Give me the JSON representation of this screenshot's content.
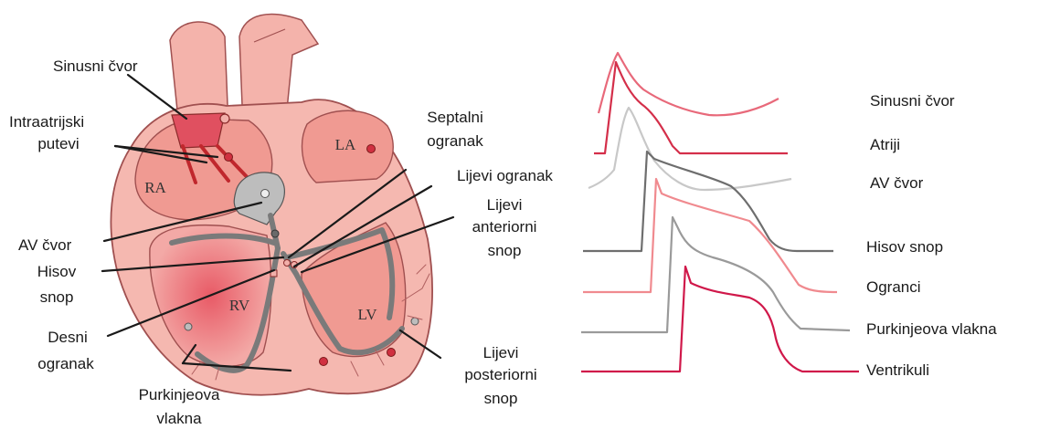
{
  "colors": {
    "outer_wall": "#f5b8b0",
    "inner_chamber": "#f09088",
    "dark_red": "#c0272d",
    "conduction_gray": "#7a7a7a",
    "av_node_gray": "#b9b9b9",
    "outline": "#a05050"
  },
  "heart": {
    "chambers": {
      "ra": "RA",
      "la": "LA",
      "rv": "RV",
      "lv": "LV"
    },
    "labels": {
      "sinus_node": "Sinusni čvor",
      "intraatrial_1": "Intraatrijski",
      "intraatrial_2": "putevi",
      "av_node": "AV čvor",
      "his_1": "Hisov",
      "his_2": "snop",
      "right_branch_1": "Desni",
      "right_branch_2": "ogranak",
      "purkinje_1": "Purkinjeova",
      "purkinje_2": "vlakna",
      "septal_1": "Septalni",
      "septal_2": "ogranak",
      "left_branch": "Lijevi ogranak",
      "left_anterior_1": "Lijevi",
      "left_anterior_2": "anteriorni",
      "left_anterior_3": "snop",
      "left_posterior_1": "Lijevi",
      "left_posterior_2": "posteriorni",
      "left_posterior_3": "snop"
    }
  },
  "action_potentials": [
    {
      "label": "Sinusni čvor",
      "color": "#e8697a"
    },
    {
      "label": "Atriji",
      "color": "#d42f4a"
    },
    {
      "label": "AV čvor",
      "color": "#c8c8c8"
    },
    {
      "label": "Hisov snop",
      "color": "#6e6e6e"
    },
    {
      "label": "Ogranci",
      "color": "#f08a8f"
    },
    {
      "label": "Purkinjeova vlakna",
      "color": "#9a9a9a"
    },
    {
      "label": "Ventrikuli",
      "color": "#d0184a"
    }
  ]
}
